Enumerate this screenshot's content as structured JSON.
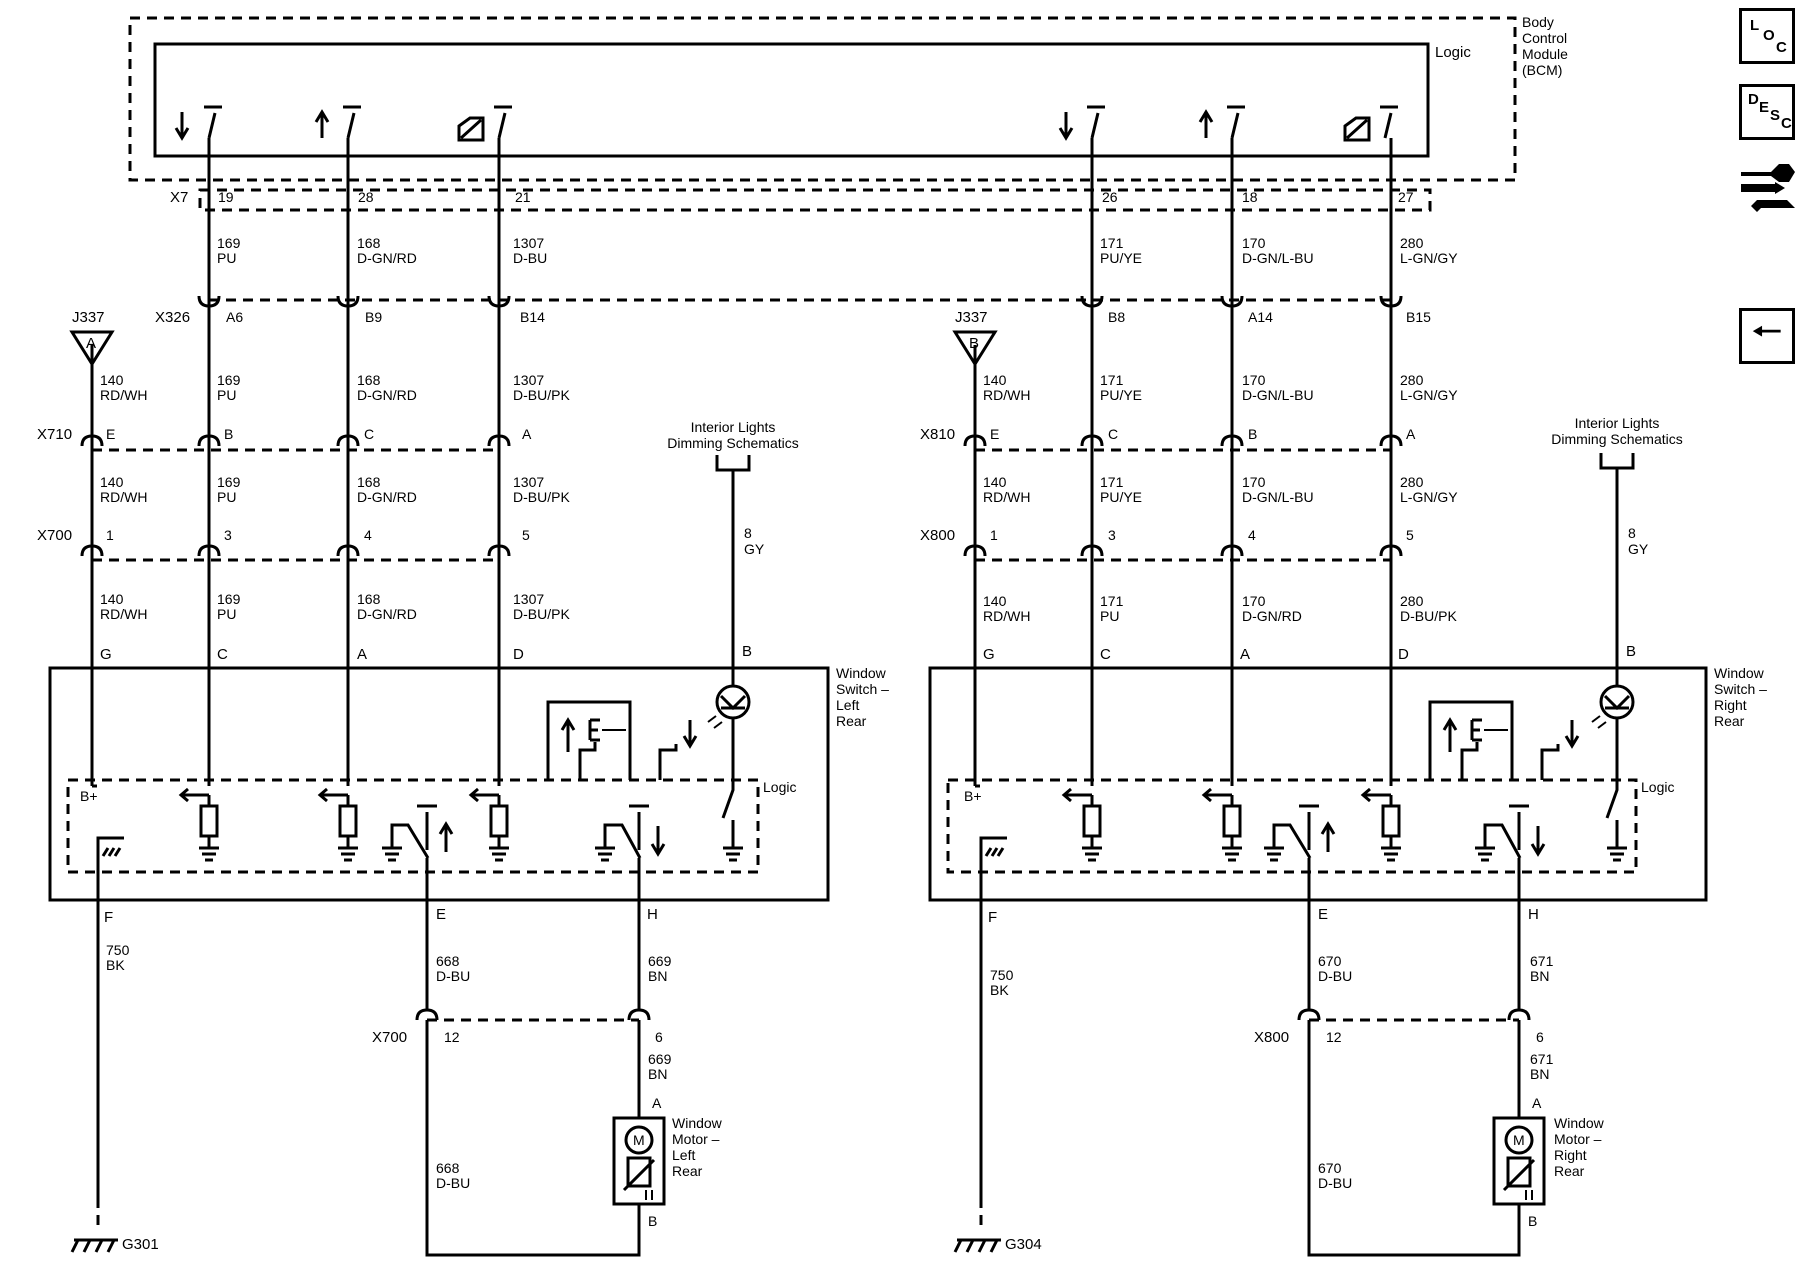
{
  "bcm": {
    "name": [
      "Body",
      "Control",
      "Module",
      "(BCM)"
    ],
    "logic": "Logic"
  },
  "connectors": {
    "x7": "X7",
    "x326": "X326",
    "x710": "X710",
    "x700": "X700",
    "x810": "X810",
    "x800": "X800",
    "j337": "J337"
  },
  "splices": {
    "a": "A",
    "b": "B"
  },
  "pins_x7": [
    "19",
    "28",
    "21",
    "26",
    "18",
    "27"
  ],
  "pins_x326": [
    "A6",
    "B9",
    "B14",
    "B8",
    "A14",
    "B15"
  ],
  "pins_x710": [
    "E",
    "B",
    "C",
    "A"
  ],
  "pins_x810": [
    "E",
    "C",
    "B",
    "A"
  ],
  "pins_x700": [
    "1",
    "3",
    "4",
    "5"
  ],
  "pins_x800": [
    "1",
    "3",
    "4",
    "5"
  ],
  "wires": {
    "bcm_to_x326": [
      [
        "169",
        "PU"
      ],
      [
        "168",
        "D-GN/RD"
      ],
      [
        "1307",
        "D-BU"
      ],
      [
        "171",
        "PU/YE"
      ],
      [
        "170",
        "D-GN/L-BU"
      ],
      [
        "280",
        "L-GN/GY"
      ]
    ],
    "left_x326_x710": [
      [
        "140",
        "RD/WH"
      ],
      [
        "169",
        "PU"
      ],
      [
        "168",
        "D-GN/RD"
      ],
      [
        "1307",
        "D-BU/PK"
      ]
    ],
    "left_x710_x700": [
      [
        "140",
        "RD/WH"
      ],
      [
        "169",
        "PU"
      ],
      [
        "168",
        "D-GN/RD"
      ],
      [
        "1307",
        "D-BU/PK"
      ]
    ],
    "left_x700_switch": [
      [
        "140",
        "RD/WH"
      ],
      [
        "169",
        "PU"
      ],
      [
        "168",
        "D-GN/RD"
      ],
      [
        "1307",
        "D-BU/PK"
      ]
    ],
    "right_x326_x810": [
      [
        "140",
        "RD/WH"
      ],
      [
        "171",
        "PU/YE"
      ],
      [
        "170",
        "D-GN/L-BU"
      ],
      [
        "280",
        "L-GN/GY"
      ]
    ],
    "right_x810_x800": [
      [
        "140",
        "RD/WH"
      ],
      [
        "171",
        "PU/YE"
      ],
      [
        "170",
        "D-GN/L-BU"
      ],
      [
        "280",
        "L-GN/GY"
      ]
    ],
    "right_x800_switch": [
      [
        "140",
        "RD/WH"
      ],
      [
        "171",
        "PU"
      ],
      [
        "170",
        "D-GN/RD"
      ],
      [
        "280",
        "D-BU/PK"
      ]
    ],
    "left_dim": [
      "8",
      "GY"
    ],
    "right_dim": [
      "8",
      "GY"
    ],
    "left_ground": [
      "750",
      "BK"
    ],
    "right_ground": [
      "750",
      "BK"
    ],
    "left_motor_e": [
      "668",
      "D-BU"
    ],
    "left_motor_h": [
      "669",
      "BN"
    ],
    "left_motor_6": [
      "669",
      "BN"
    ],
    "left_motor_ret": [
      "668",
      "D-BU"
    ],
    "right_motor_e": [
      "670",
      "D-BU"
    ],
    "right_motor_h": [
      "671",
      "BN"
    ],
    "right_motor_6": [
      "671",
      "BN"
    ],
    "right_motor_ret": [
      "670",
      "D-BU"
    ]
  },
  "interior_lights": [
    "Interior Lights",
    "Dimming Schematics"
  ],
  "left_switch": {
    "name": [
      "Window",
      "Switch –",
      "Left",
      "Rear"
    ],
    "logic": "Logic",
    "bplus": "B+",
    "pins_top": [
      "G",
      "C",
      "A",
      "D",
      "B"
    ],
    "pins_bottom": [
      "F",
      "E",
      "H"
    ]
  },
  "right_switch": {
    "name": [
      "Window",
      "Switch –",
      "Right",
      "Rear"
    ],
    "logic": "Logic",
    "bplus": "B+",
    "pins_top": [
      "G",
      "C",
      "A",
      "D",
      "B"
    ],
    "pins_bottom": [
      "F",
      "E",
      "H"
    ]
  },
  "left_motor": {
    "name": [
      "Window",
      "Motor –",
      "Left",
      "Rear"
    ],
    "pin_a": "A",
    "pin_b": "B",
    "m": "M",
    "pin_12": "12",
    "pin_6": "6"
  },
  "right_motor": {
    "name": [
      "Window",
      "Motor –",
      "Right",
      "Rear"
    ],
    "pin_a": "A",
    "pin_b": "B",
    "m": "M",
    "pin_12": "12",
    "pin_6": "6"
  },
  "grounds": {
    "left": "G301",
    "right": "G304"
  },
  "nav": {
    "loc": [
      "L",
      "O",
      "C"
    ],
    "desc": [
      "D",
      "E",
      "S",
      "C"
    ],
    "tool_icon": "wrench-icon",
    "back_icon": "back-arrow-icon",
    "back": "🠐"
  }
}
